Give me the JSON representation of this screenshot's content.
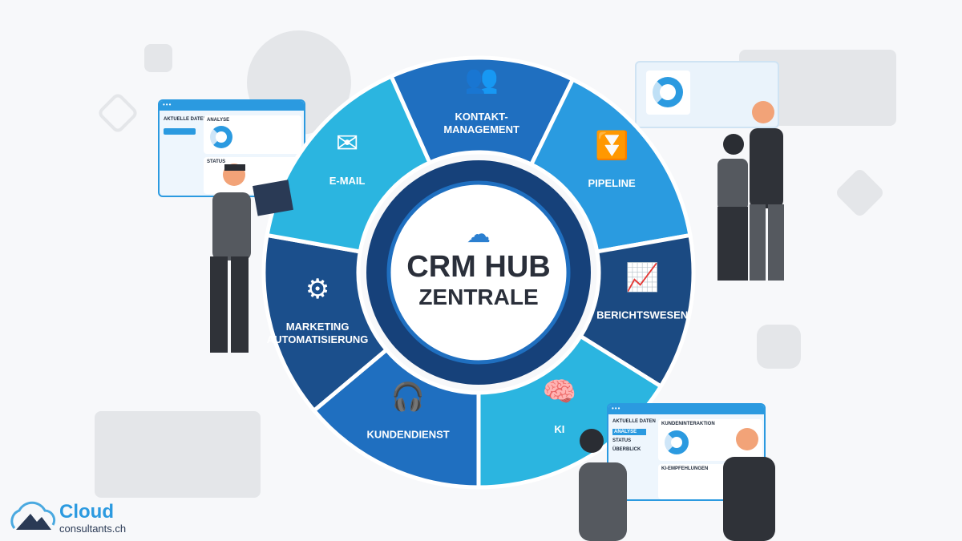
{
  "hub": {
    "title": "CRM HUB",
    "subtitle": "ZENTRALE",
    "icon": "cloud-sync-icon"
  },
  "segments": [
    {
      "label1": "KONTAKT-",
      "label2": "MANAGEMENT",
      "icon": "users-icon",
      "color": "#1f6fc0"
    },
    {
      "label1": "PIPELINE",
      "label2": "",
      "icon": "funnel-icon",
      "color": "#2a9be0"
    },
    {
      "label1": "BERICHTSWESEN",
      "label2": "",
      "icon": "growth-chart-icon",
      "color": "#1b4a82"
    },
    {
      "label1": "KI",
      "label2": "",
      "icon": "ai-brain-icon",
      "color": "#2bb5e0"
    },
    {
      "label1": "KUNDENDIENST",
      "label2": "",
      "icon": "headset-icon",
      "color": "#1f6fc0"
    },
    {
      "label1": "MARKETING",
      "label2": "AUTOMATISIERUNG",
      "icon": "gear-icon",
      "color": "#1b4f8c"
    },
    {
      "label1": "E-MAIL",
      "label2": "",
      "icon": "envelope-icon",
      "color": "#2bb5e0"
    }
  ],
  "left_panel": {
    "sidebar_title": "AKTUELLE DATEN",
    "card1": "ANALYSE",
    "card2": "STATUS"
  },
  "right_panel": {
    "sidebar_title": "AKTUELLE DATEN",
    "items": [
      "ANALYSE",
      "STATUS",
      "ÜBERBLICK"
    ],
    "card1": "KUNDENINTERAKTION",
    "card2": "KI-EMPFEHLUNGEN"
  },
  "logo": {
    "name": "Cloud",
    "domain": "consultants.ch"
  }
}
